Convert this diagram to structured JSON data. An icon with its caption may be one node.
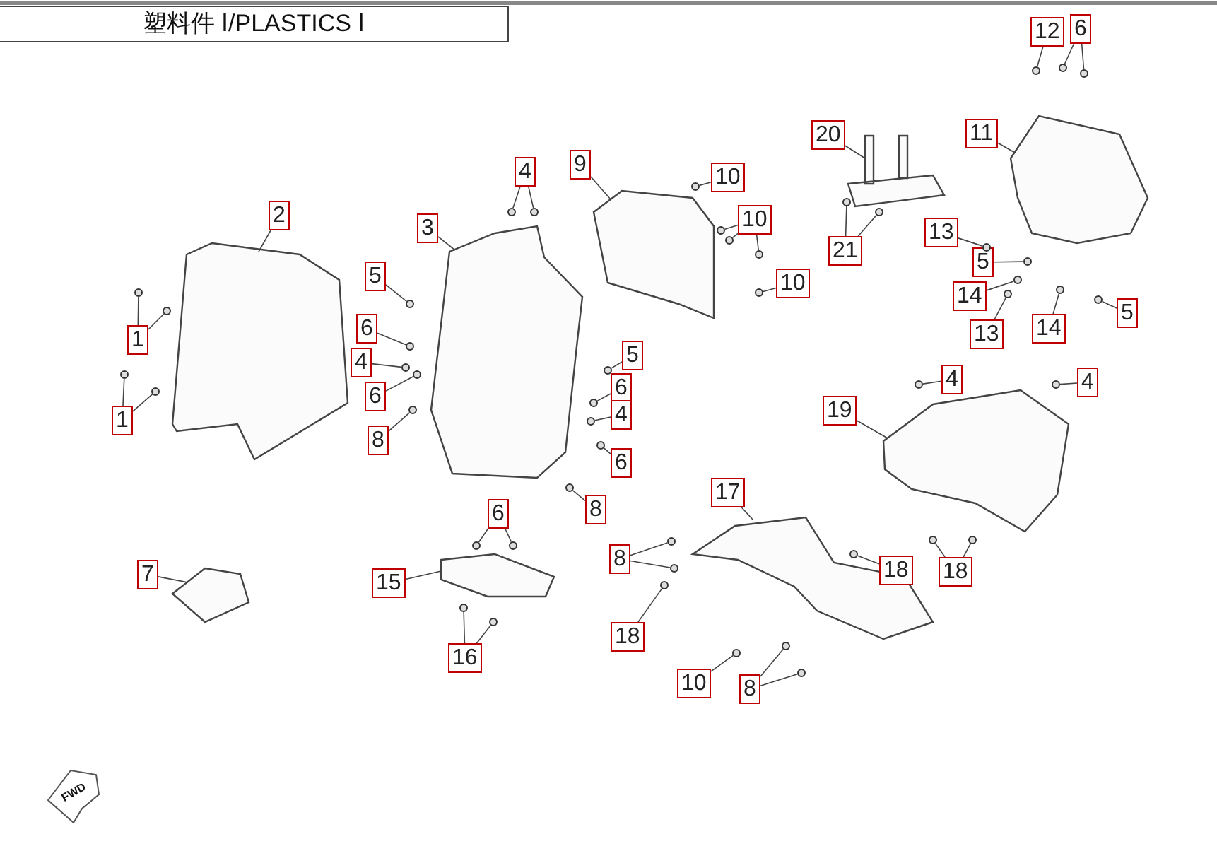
{
  "diagram": {
    "title": "塑料件 Ⅰ/PLASTICS Ⅰ",
    "nodes": [
      {
        "text": [
          "2"
        ]
      },
      {
        "text": [
          "1"
        ]
      },
      {
        "text": [
          "1"
        ]
      },
      {
        "text": [
          "3"
        ]
      },
      {
        "text": [
          "4"
        ]
      },
      {
        "text": [
          "5"
        ]
      },
      {
        "text": [
          "6"
        ]
      },
      {
        "text": [
          "4"
        ]
      },
      {
        "text": [
          "6"
        ]
      },
      {
        "text": [
          "8"
        ]
      },
      {
        "text": [
          "5"
        ]
      },
      {
        "text": [
          "6"
        ]
      },
      {
        "text": [
          "4"
        ]
      },
      {
        "text": [
          "6"
        ]
      },
      {
        "text": [
          "8"
        ]
      },
      {
        "text": [
          "9"
        ]
      },
      {
        "text": [
          "10"
        ]
      },
      {
        "text": [
          "10"
        ]
      },
      {
        "text": [
          "10"
        ]
      },
      {
        "text": [
          "20"
        ]
      },
      {
        "text": [
          "21"
        ]
      },
      {
        "text": [
          "11"
        ]
      },
      {
        "text": [
          "12"
        ]
      },
      {
        "text": [
          "6"
        ]
      },
      {
        "text": [
          "13"
        ]
      },
      {
        "text": [
          "5"
        ]
      },
      {
        "text": [
          "14"
        ]
      },
      {
        "text": [
          "13"
        ]
      },
      {
        "text": [
          "14"
        ]
      },
      {
        "text": [
          "5"
        ]
      },
      {
        "text": [
          "7"
        ]
      },
      {
        "text": [
          "6"
        ]
      },
      {
        "text": [
          "15"
        ]
      },
      {
        "text": [
          "16"
        ]
      },
      {
        "text": [
          "17"
        ]
      },
      {
        "text": [
          "8"
        ]
      },
      {
        "text": [
          "18"
        ]
      },
      {
        "text": [
          "18"
        ]
      },
      {
        "text": [
          "10"
        ]
      },
      {
        "text": [
          "8"
        ]
      },
      {
        "text": [
          "4"
        ]
      },
      {
        "text": [
          "4"
        ]
      },
      {
        "text": [
          "19"
        ]
      },
      {
        "text": [
          "18"
        ]
      },
      {
        "text": [],
        "shape": "picture"
      },
      {
        "text": [],
        "shape": "picture"
      },
      {
        "text": [],
        "shape": "picture"
      },
      {
        "text": [],
        "shape": "picture"
      },
      {
        "text": [],
        "shape": "picture"
      },
      {
        "text": [],
        "shape": "picture"
      },
      {
        "text": [],
        "shape": "picture"
      },
      {
        "text": [],
        "shape": "picture"
      },
      {
        "text": [],
        "shape": "picture"
      },
      {
        "text": [],
        "shape": "circle"
      },
      {
        "text": [],
        "shape": "circle"
      },
      {
        "text": [],
        "shape": "circle"
      },
      {
        "text": [],
        "shape": "circle"
      },
      {
        "text": [],
        "shape": "circle"
      },
      {
        "text": [],
        "shape": "circle"
      },
      {
        "text": [],
        "shape": "circle"
      },
      {
        "text": [],
        "shape": "circle"
      },
      {
        "text": [],
        "shape": "circle"
      },
      {
        "text": [],
        "shape": "circle"
      },
      {
        "text": [],
        "shape": "circle"
      },
      {
        "text": [],
        "shape": "circle"
      },
      {
        "text": [],
        "shape": "circle"
      },
      {
        "text": [],
        "shape": "circle"
      },
      {
        "text": [],
        "shape": "circle"
      },
      {
        "text": [],
        "shape": "circle"
      },
      {
        "text": [],
        "shape": "circle"
      },
      {
        "text": [],
        "shape": "circle"
      },
      {
        "text": [],
        "shape": "circle"
      },
      {
        "text": [],
        "shape": "circle"
      },
      {
        "text": [],
        "shape": "circle"
      },
      {
        "text": [],
        "shape": "circle"
      },
      {
        "text": [],
        "shape": "circle"
      },
      {
        "text": [],
        "shape": "circle"
      },
      {
        "text": [],
        "shape": "circle"
      },
      {
        "text": [],
        "shape": "circle"
      },
      {
        "text": [],
        "shape": "circle"
      },
      {
        "text": [],
        "shape": "circle"
      },
      {
        "text": [],
        "shape": "circle"
      },
      {
        "text": [],
        "shape": "circle"
      },
      {
        "text": [],
        "shape": "circle"
      },
      {
        "text": [],
        "shape": "circle"
      },
      {
        "text": [],
        "shape": "circle"
      },
      {
        "text": [],
        "shape": "circle"
      },
      {
        "text": [],
        "shape": "circle"
      },
      {
        "text": [],
        "shape": "circle"
      },
      {
        "text": [],
        "shape": "circle"
      },
      {
        "text": [],
        "shape": "circle"
      },
      {
        "text": [],
        "shape": "circle"
      },
      {
        "text": [],
        "shape": "circle"
      },
      {
        "text": [],
        "shape": "circle"
      },
      {
        "text": [],
        "shape": "circle"
      },
      {
        "text": [],
        "shape": "circle"
      },
      {
        "text": [],
        "shape": "circle"
      },
      {
        "text": [],
        "shape": "circle"
      },
      {
        "text": [],
        "shape": "circle"
      },
      {
        "text": [],
        "shape": "circle"
      }
    ],
    "edges": [
      {
        "from": 0,
        "to": 44,
        "arrow": "none"
      },
      {
        "from": 1,
        "to": 53,
        "arrow": "none"
      },
      {
        "from": 1,
        "to": 54,
        "arrow": "none"
      },
      {
        "from": 2,
        "to": 55,
        "arrow": "none"
      },
      {
        "from": 2,
        "to": 56,
        "arrow": "none"
      },
      {
        "from": 3,
        "to": 45,
        "arrow": "none"
      },
      {
        "from": 4,
        "to": 57,
        "arrow": "none"
      },
      {
        "from": 4,
        "to": 58,
        "arrow": "none"
      },
      {
        "from": 5,
        "to": 59,
        "arrow": "none"
      },
      {
        "from": 6,
        "to": 60,
        "arrow": "none"
      },
      {
        "from": 7,
        "to": 61,
        "arrow": "none"
      },
      {
        "from": 8,
        "to": 62,
        "arrow": "none"
      },
      {
        "from": 9,
        "to": 63,
        "arrow": "none"
      },
      {
        "from": 10,
        "to": 64,
        "arrow": "none"
      },
      {
        "from": 11,
        "to": 65,
        "arrow": "none"
      },
      {
        "from": 12,
        "to": 66,
        "arrow": "none"
      },
      {
        "from": 13,
        "to": 67,
        "arrow": "none"
      },
      {
        "from": 14,
        "to": 68,
        "arrow": "none"
      },
      {
        "from": 15,
        "to": 46,
        "arrow": "none"
      },
      {
        "from": 16,
        "to": 69,
        "arrow": "none"
      },
      {
        "from": 17,
        "to": 70,
        "arrow": "none"
      },
      {
        "from": 17,
        "to": 71,
        "arrow": "none"
      },
      {
        "from": 17,
        "to": 72,
        "arrow": "none"
      },
      {
        "from": 18,
        "to": 73,
        "arrow": "none"
      },
      {
        "from": 19,
        "to": 47,
        "arrow": "none"
      },
      {
        "from": 20,
        "to": 74,
        "arrow": "none"
      },
      {
        "from": 20,
        "to": 75,
        "arrow": "none"
      },
      {
        "from": 21,
        "to": 48,
        "arrow": "none"
      },
      {
        "from": 22,
        "to": 76,
        "arrow": "none"
      },
      {
        "from": 23,
        "to": 77,
        "arrow": "none"
      },
      {
        "from": 23,
        "to": 78,
        "arrow": "none"
      },
      {
        "from": 24,
        "to": 79,
        "arrow": "none"
      },
      {
        "from": 25,
        "to": 80,
        "arrow": "none"
      },
      {
        "from": 26,
        "to": 81,
        "arrow": "none"
      },
      {
        "from": 27,
        "to": 82,
        "arrow": "none"
      },
      {
        "from": 28,
        "to": 83,
        "arrow": "none"
      },
      {
        "from": 29,
        "to": 84,
        "arrow": "none"
      },
      {
        "from": 30,
        "to": 49,
        "arrow": "none"
      },
      {
        "from": 31,
        "to": 85,
        "arrow": "none"
      },
      {
        "from": 31,
        "to": 86,
        "arrow": "none"
      },
      {
        "from": 32,
        "to": 50,
        "arrow": "none"
      },
      {
        "from": 33,
        "to": 87,
        "arrow": "none"
      },
      {
        "from": 33,
        "to": 88,
        "arrow": "none"
      },
      {
        "from": 34,
        "to": 51,
        "arrow": "none"
      },
      {
        "from": 35,
        "to": 89,
        "arrow": "none"
      },
      {
        "from": 35,
        "to": 90,
        "arrow": "none"
      },
      {
        "from": 36,
        "to": 91,
        "arrow": "none"
      },
      {
        "from": 37,
        "to": 92,
        "arrow": "none"
      },
      {
        "from": 38,
        "to": 93,
        "arrow": "none"
      },
      {
        "from": 39,
        "to": 94,
        "arrow": "none"
      },
      {
        "from": 39,
        "to": 95,
        "arrow": "none"
      },
      {
        "from": 40,
        "to": 96,
        "arrow": "none"
      },
      {
        "from": 41,
        "to": 97,
        "arrow": "none"
      },
      {
        "from": 42,
        "to": 52,
        "arrow": "none"
      },
      {
        "from": 43,
        "to": 98,
        "arrow": "none"
      },
      {
        "from": 43,
        "to": 99,
        "arrow": "none"
      }
    ],
    "labels": [
      "FWD"
    ]
  }
}
